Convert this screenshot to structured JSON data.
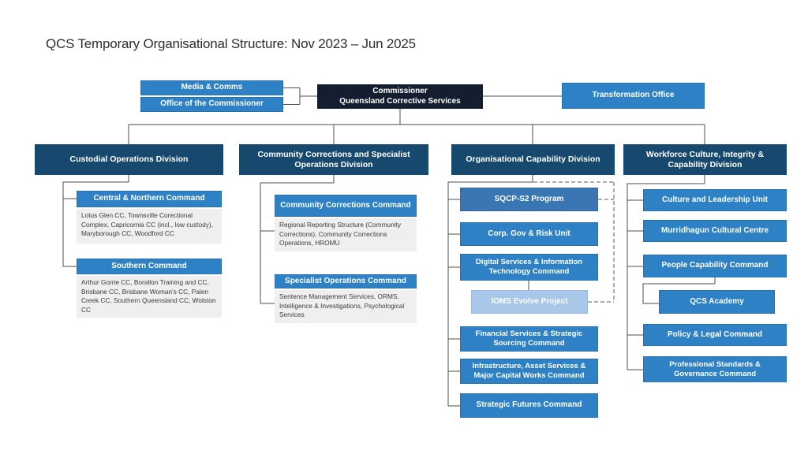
{
  "title": "QCS Temporary Organisational Structure: Nov 2023 – Jun 2025",
  "colors": {
    "box_blue": "#2E81C4",
    "box_blue_muted": "#3B76B4",
    "division_dark": "#17496F",
    "commissioner_dark": "#131F2F",
    "ioms_light_blue": "#A9C8E9",
    "detail_panel_gray": "#EFEFEF"
  },
  "top": {
    "media_comms": "Media & Comms",
    "office_of_the_commissioner": "Office of the Commissioner",
    "commissioner_line1": "Commissioner",
    "commissioner_line2": "Queensland Corrective Services",
    "transformation_office": "Transformation Office"
  },
  "divisions": {
    "custodial": {
      "name": "Custodial Operations Division",
      "units": {
        "central_northern": {
          "name": "Central & Northern Command",
          "detail": "Lotus Glen CC, Townsville Corectional Complex, Capricornia CC (incl., low custody), Maryborough CC, Woodford CC"
        },
        "southern": {
          "name": "Southern Command",
          "detail": "Arthur Gorrie CC, Borallon Training and CC, Brisbane CC, Brisbane Woman's CC, Palen Creek CC, Southern Queensland CC, Wolston CC"
        }
      }
    },
    "community_specialist": {
      "name": "Community Corrections and Specialist Operations Division",
      "units": {
        "community_corrections": {
          "name": "Community Corrections Command",
          "detail": "Regional Reporting Structure (Community Corrections), Community Corrections Operations, HROMU"
        },
        "specialist_operations": {
          "name": "Specialist Operations Command",
          "detail": "Sentence Management Services, ORMS, Intelligence & Investigations, Psychological Services"
        }
      }
    },
    "organisational_capability": {
      "name": "Organisational Capability Division",
      "units": {
        "sqcp_s2": "SQCP-S2 Program",
        "corp_gov_risk": "Corp. Gov & Risk Unit",
        "digital_services": "Digital Services & Information Technology Command",
        "ioms_evolve": "IOMS Evolve Project",
        "financial_services": "Financial Services & Strategic Sourcing Command",
        "infrastructure": "Infrastructure, Asset Services & Major Capital Works Command",
        "strategic_futures": "Strategic Futures Command"
      }
    },
    "workforce_culture": {
      "name": "Workforce Culture, Integrity & Capability Division",
      "units": {
        "culture_leadership": "Culture and Leadership Unit",
        "murridhagun": "Murridhagun Cultural Centre",
        "people_capability": "People Capability Command",
        "qcs_academy": "QCS Academy",
        "policy_legal": "Policy & Legal Command",
        "professional_standards": "Professional Standards & Governance Command"
      }
    }
  }
}
